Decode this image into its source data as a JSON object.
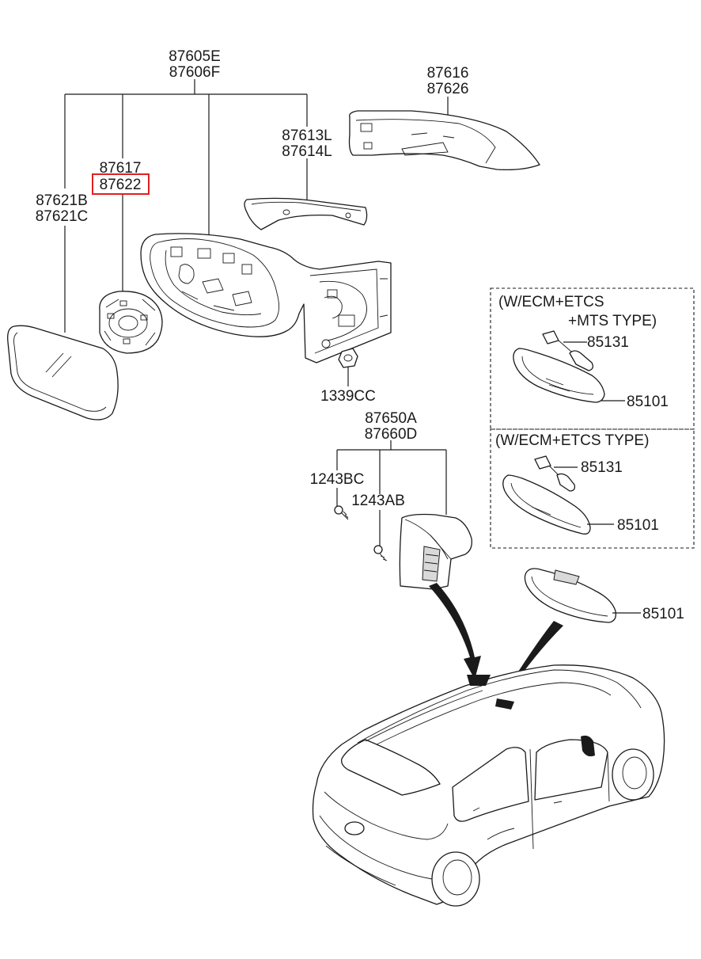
{
  "labels": {
    "mirror_assy": [
      "87605E",
      "87606F"
    ],
    "cover": [
      "87616",
      "87626"
    ],
    "lamp": [
      "87613L",
      "87614L"
    ],
    "actuator": [
      "87617",
      "87622"
    ],
    "glass": [
      "87621B",
      "87621C"
    ],
    "nut": "1339CC",
    "inside_mirror_assy": [
      "87650A",
      "87660D"
    ],
    "screw_a": "1243BC",
    "screw_b": "1243AB",
    "part_85101_bottom": "85101"
  },
  "option_box_1": {
    "title_line1": "(W/ECM+ETCS",
    "title_line2": "+MTS TYPE)",
    "part_a": "85131",
    "part_b": "85101"
  },
  "option_box_2": {
    "title": "(W/ECM+ETCS TYPE)",
    "part_a": "85131",
    "part_b": "85101"
  },
  "highlight": {
    "label": "87622",
    "color": "#e02020"
  }
}
